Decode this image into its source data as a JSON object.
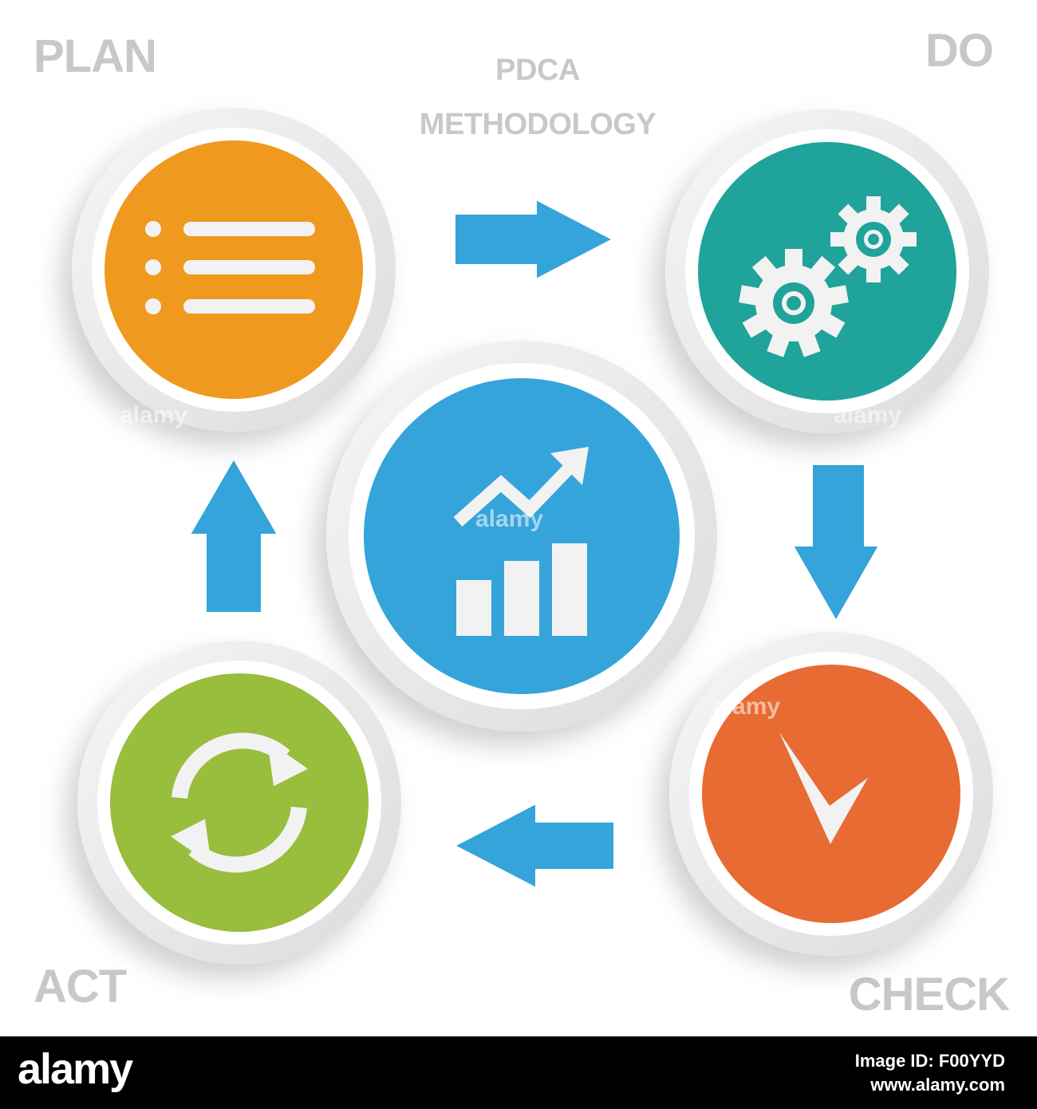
{
  "title": {
    "line1": "PDCA",
    "line2": "METHODOLOGY"
  },
  "stages": {
    "plan": {
      "label": "PLAN",
      "icon": "list-icon",
      "color": "#F0991F"
    },
    "do": {
      "label": "DO",
      "icon": "gears-icon",
      "color": "#1FA39A"
    },
    "check": {
      "label": "CHECK",
      "icon": "checkmark-icon",
      "color": "#E86B33"
    },
    "act": {
      "label": "ACT",
      "icon": "refresh-cycle-icon",
      "color": "#99BD3D"
    },
    "center": {
      "icon": "growth-chart-icon",
      "color": "#35A4DA"
    }
  },
  "colors": {
    "arrow": "#35A4DA",
    "label": "#C8C8C8",
    "ring": "#EAEAEA"
  },
  "watermark": "alamy",
  "footer": {
    "logo": "alamy",
    "image_id_label": "Image ID: F00YYD",
    "site": "www.alamy.com"
  }
}
